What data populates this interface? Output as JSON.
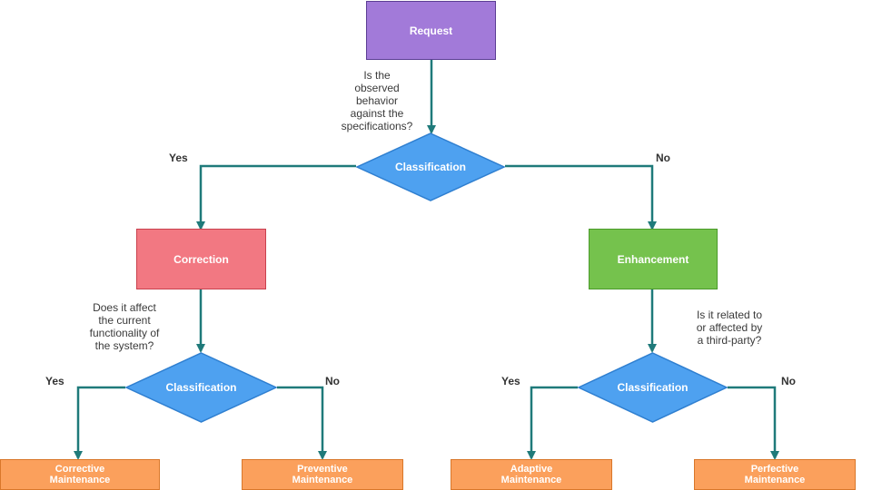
{
  "colors": {
    "connector": "#1f7a7a",
    "request_fill": "#a27ad9",
    "request_border": "#5b3e93",
    "classification_fill": "#4ea1f0",
    "classification_border": "#2f7fd0",
    "correction_fill": "#f27882",
    "correction_border": "#c9414e",
    "enhancement_fill": "#75c24d",
    "enhancement_border": "#4a9a2a",
    "maintenance_fill": "#fba05c",
    "maintenance_border": "#d9772a"
  },
  "nodes": {
    "request": "Request",
    "classification_top": "Classification",
    "correction": "Correction",
    "enhancement": "Enhancement",
    "classification_left": "Classification",
    "classification_right": "Classification",
    "corrective": [
      "Corrective",
      "Maintenance"
    ],
    "preventive": [
      "Preventive",
      "Maintenance"
    ],
    "adaptive": [
      "Adaptive",
      "Maintenance"
    ],
    "perfective": [
      "Perfective",
      "Maintenance"
    ]
  },
  "questions": {
    "top": [
      "Is the",
      "observed",
      "behavior",
      "against the",
      "specifications?"
    ],
    "left": [
      "Does it affect",
      "the current",
      "functionality of",
      "the system?"
    ],
    "right": [
      "Is it related to",
      "or affected by",
      "a third-party?"
    ]
  },
  "branches": {
    "top_yes": "Yes",
    "top_no": "No",
    "left_yes": "Yes",
    "left_no": "No",
    "right_yes": "Yes",
    "right_no": "No"
  }
}
